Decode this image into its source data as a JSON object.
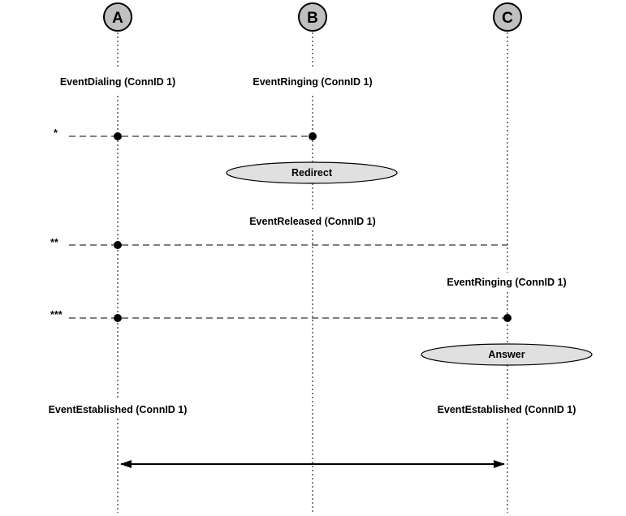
{
  "parties": [
    "A",
    "B",
    "C"
  ],
  "events": {
    "a_dialing": "EventDialing (ConnID 1)",
    "b_ringing": "EventRinging (ConnID 1)",
    "b_released": "EventReleased (ConnID 1)",
    "c_ringing": "EventRinging (ConnID 1)",
    "a_established": "EventEstablished (ConnID 1)",
    "c_established": "EventEstablished (ConnID 1)"
  },
  "actions": {
    "redirect": "Redirect",
    "answer": "Answer"
  },
  "markers": {
    "m1": "*",
    "m2": "**",
    "m3": "***"
  }
}
